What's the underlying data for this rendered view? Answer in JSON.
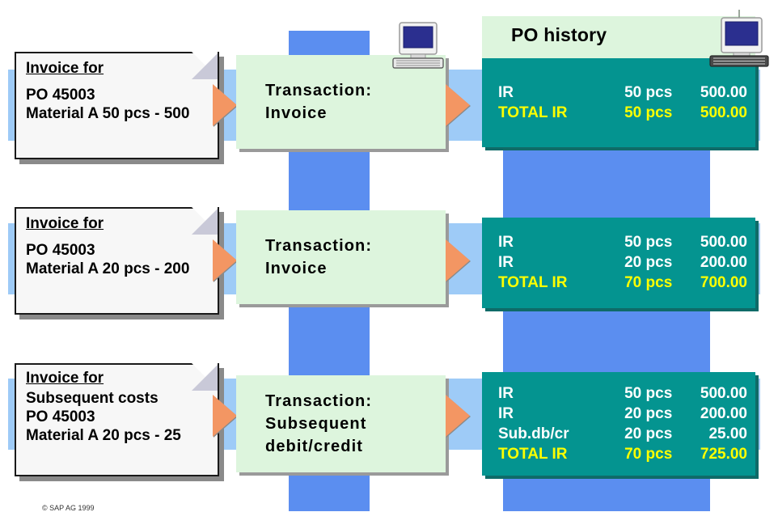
{
  "diagram": {
    "title": "PO history",
    "footer": "© SAP AG 1999",
    "colors": {
      "teal_panel": "#049490",
      "teal_shadow": "#0f6b68",
      "green_box": "#ddf5dd",
      "band_blue": "#5b8ef0",
      "band_light_blue": "#9ecbf7",
      "arrow_orange": "#f39663",
      "total_yellow": "#ffff00",
      "row_white": "#ffffff"
    },
    "columns": {
      "label": "",
      "quantity": "",
      "amount": ""
    },
    "icons": {
      "computer": "computer-icon",
      "arrow": "arrow-right-icon",
      "document": "document-icon"
    },
    "rows": [
      {
        "document": {
          "title": "Invoice for",
          "lines": [
            "PO 45003",
            "Material A 50 pcs - 500"
          ]
        },
        "transaction": {
          "lines": [
            "Transaction:",
            "Invoice"
          ]
        },
        "history": {
          "entries": [
            {
              "label": "IR",
              "qty": "50 pcs",
              "amount": "500.00",
              "highlight": false
            },
            {
              "label": "TOTAL IR",
              "qty": "50 pcs",
              "amount": "500.00",
              "highlight": true
            }
          ]
        }
      },
      {
        "document": {
          "title": "Invoice for",
          "lines": [
            "PO 45003",
            "Material A 20 pcs - 200"
          ]
        },
        "transaction": {
          "lines": [
            "Transaction:",
            "Invoice"
          ]
        },
        "history": {
          "entries": [
            {
              "label": "IR",
              "qty": "50 pcs",
              "amount": "500.00",
              "highlight": false
            },
            {
              "label": "IR",
              "qty": "20 pcs",
              "amount": "200.00",
              "highlight": false
            },
            {
              "label": "TOTAL IR",
              "qty": "70 pcs",
              "amount": "700.00",
              "highlight": true
            }
          ]
        }
      },
      {
        "document": {
          "title": "Invoice for",
          "lines": [
            "Subsequent costs",
            "PO 45003",
            "Material A 20 pcs - 25"
          ]
        },
        "transaction": {
          "lines": [
            "Transaction:",
            "Subsequent",
            "debit/credit"
          ]
        },
        "history": {
          "entries": [
            {
              "label": "IR",
              "qty": "50 pcs",
              "amount": "500.00",
              "highlight": false
            },
            {
              "label": "IR",
              "qty": "20 pcs",
              "amount": "200.00",
              "highlight": false
            },
            {
              "label": "Sub.db/cr",
              "qty": "20 pcs",
              "amount": "25.00",
              "highlight": false
            },
            {
              "label": "TOTAL IR",
              "qty": "70 pcs",
              "amount": "725.00",
              "highlight": true
            }
          ]
        }
      }
    ]
  }
}
